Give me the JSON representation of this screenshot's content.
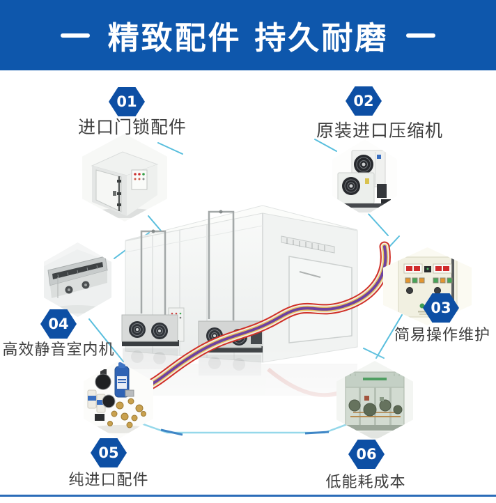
{
  "banner": {
    "title": "精致配件 持久耐磨"
  },
  "features": [
    {
      "num": "01",
      "label": "进口门锁配件",
      "image": "cold-room-door-photo"
    },
    {
      "num": "02",
      "label": "原装进口压缩机",
      "image": "condensing-units-photo"
    },
    {
      "num": "03",
      "label": "简易操作维护",
      "image": "control-panel-photo"
    },
    {
      "num": "04",
      "label": "高效静音室内机",
      "image": "indoor-evaporator-photo"
    },
    {
      "num": "05",
      "label": "纯进口配件",
      "image": "imported-parts-photo"
    },
    {
      "num": "06",
      "label": "低能耗成本",
      "image": "compressor-rack-photo"
    }
  ],
  "center_image": {
    "description": "cold-storage-room-with-striped-ribbon"
  },
  "colors": {
    "banner_bg": "#0e57ac",
    "badge_bg": "#0d4fa4",
    "label_text": "#3f3f3f",
    "connector_teal": "#58bedd",
    "platform_teal": "#8ad4e8",
    "ribbon_red": "#d03028",
    "ribbon_cream": "#f2ece0",
    "ribbon_gold": "#e6c35c",
    "ribbon_purple": "#6f42a0",
    "bottom_rule": "#2b6cb8"
  }
}
